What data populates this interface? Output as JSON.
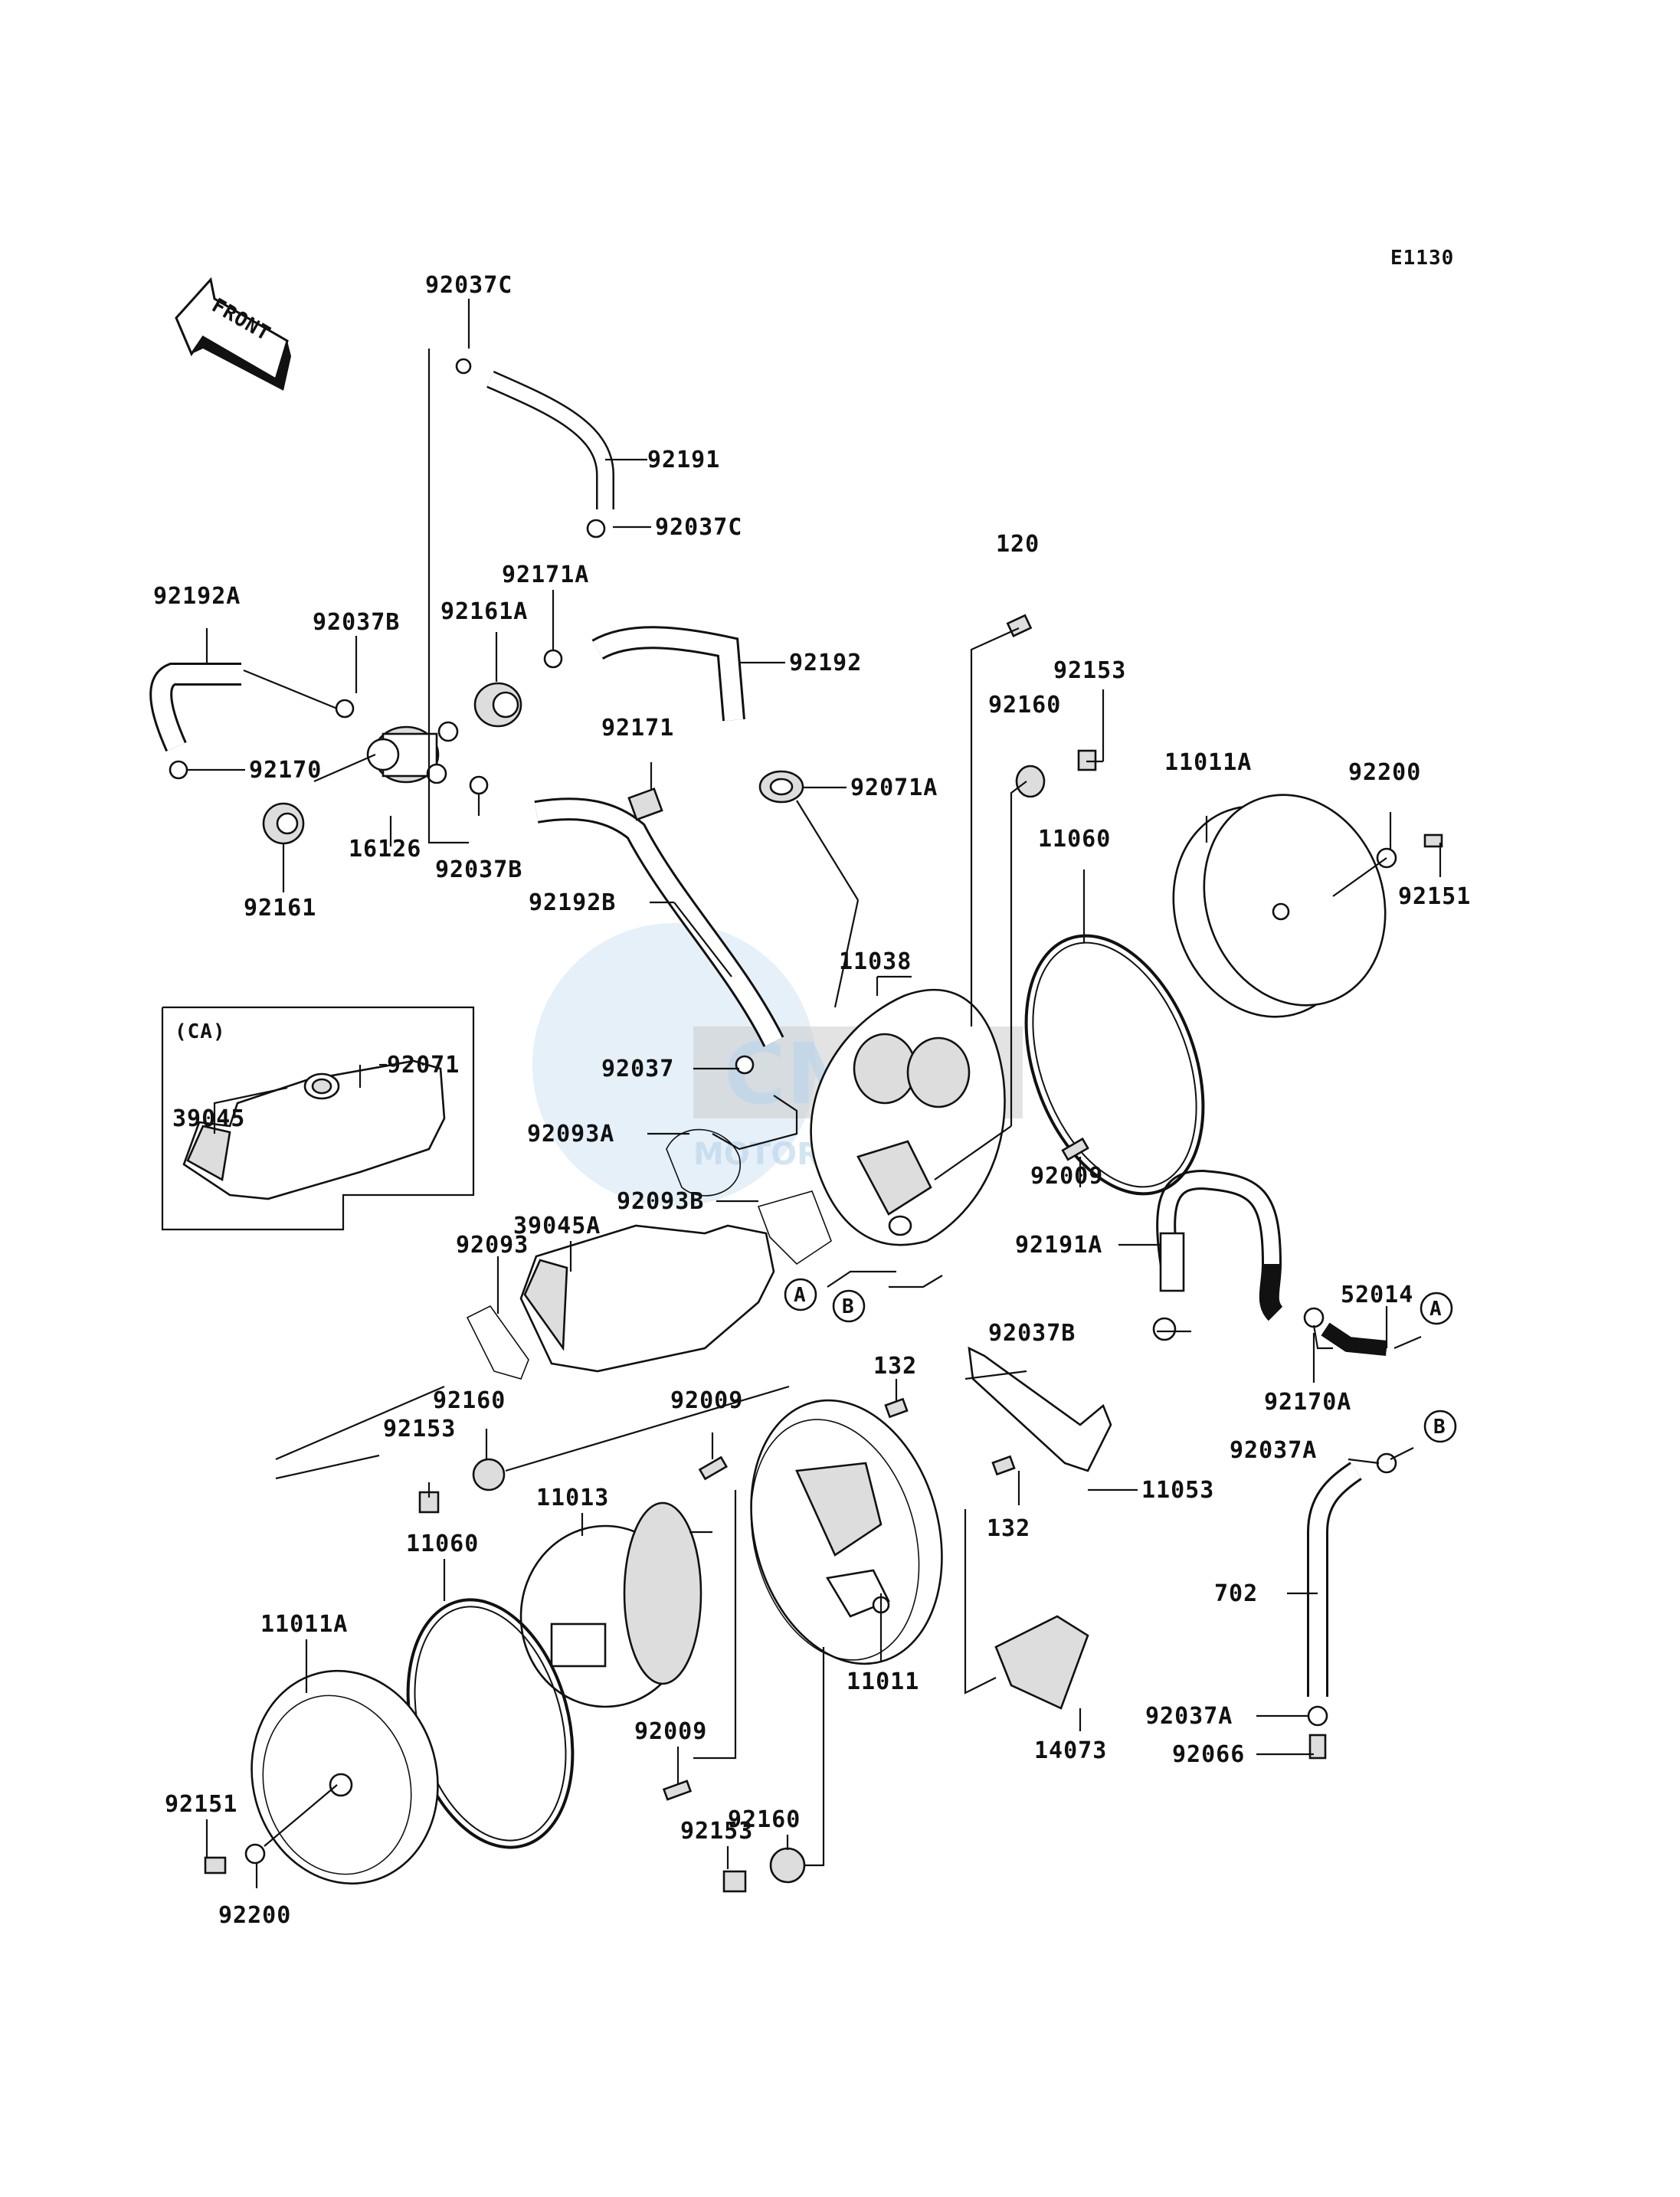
{
  "diagram": {
    "code": "E1130",
    "front_arrow_text": "FRONT",
    "inset_label": "(CA)",
    "watermark": {
      "brand": "CMS",
      "sub": "MOTORPARTS"
    },
    "callouts": {
      "c92037C_top": "92037C",
      "c92191": "92191",
      "c92037C_mid": "92037C",
      "c92192A": "92192A",
      "c92037B_a": "92037B",
      "c92171A": "92171A",
      "c92161A": "92161A",
      "c92192": "92192",
      "c92170": "92170",
      "c16126": "16126",
      "c92037B_b": "92037B",
      "c92161": "92161",
      "c92171": "92171",
      "c92071A": "92071A",
      "c92192B": "92192B",
      "c120": "120",
      "c92153_top": "92153",
      "c92160_top": "92160",
      "c11011A_top": "11011A",
      "c92200_top": "92200",
      "c92151_top": "92151",
      "c11060_top": "11060",
      "c11038": "11038",
      "c92071": "92071",
      "c39045": "39045",
      "c92037": "92037",
      "c92093A": "92093A",
      "c92093B": "92093B",
      "c92009_right": "92009",
      "c39045A": "39045A",
      "c92093": "92093",
      "c92191A": "92191A",
      "c52014": "52014",
      "cA_right": "A",
      "cA_mid": "A",
      "cB_mid": "B",
      "c132_top": "132",
      "c92037B_c": "92037B",
      "c92170A": "92170A",
      "c92160_mid": "92160",
      "c92009_mid": "92009",
      "c92153_mid": "92153",
      "c11053": "11053",
      "c92037A_top": "92037A",
      "cB_right": "B",
      "c11013": "11013",
      "c132_bot": "132",
      "c11060_bot": "11060",
      "c702": "702",
      "c11011A_bot": "11011A",
      "c11011": "11011",
      "c14073": "14073",
      "c92037A_bot": "92037A",
      "c92066": "92066",
      "c92009_bot": "92009",
      "c92151_bot": "92151",
      "c92160_bot": "92160",
      "c92153_bot": "92153",
      "c92200_bot": "92200"
    }
  }
}
